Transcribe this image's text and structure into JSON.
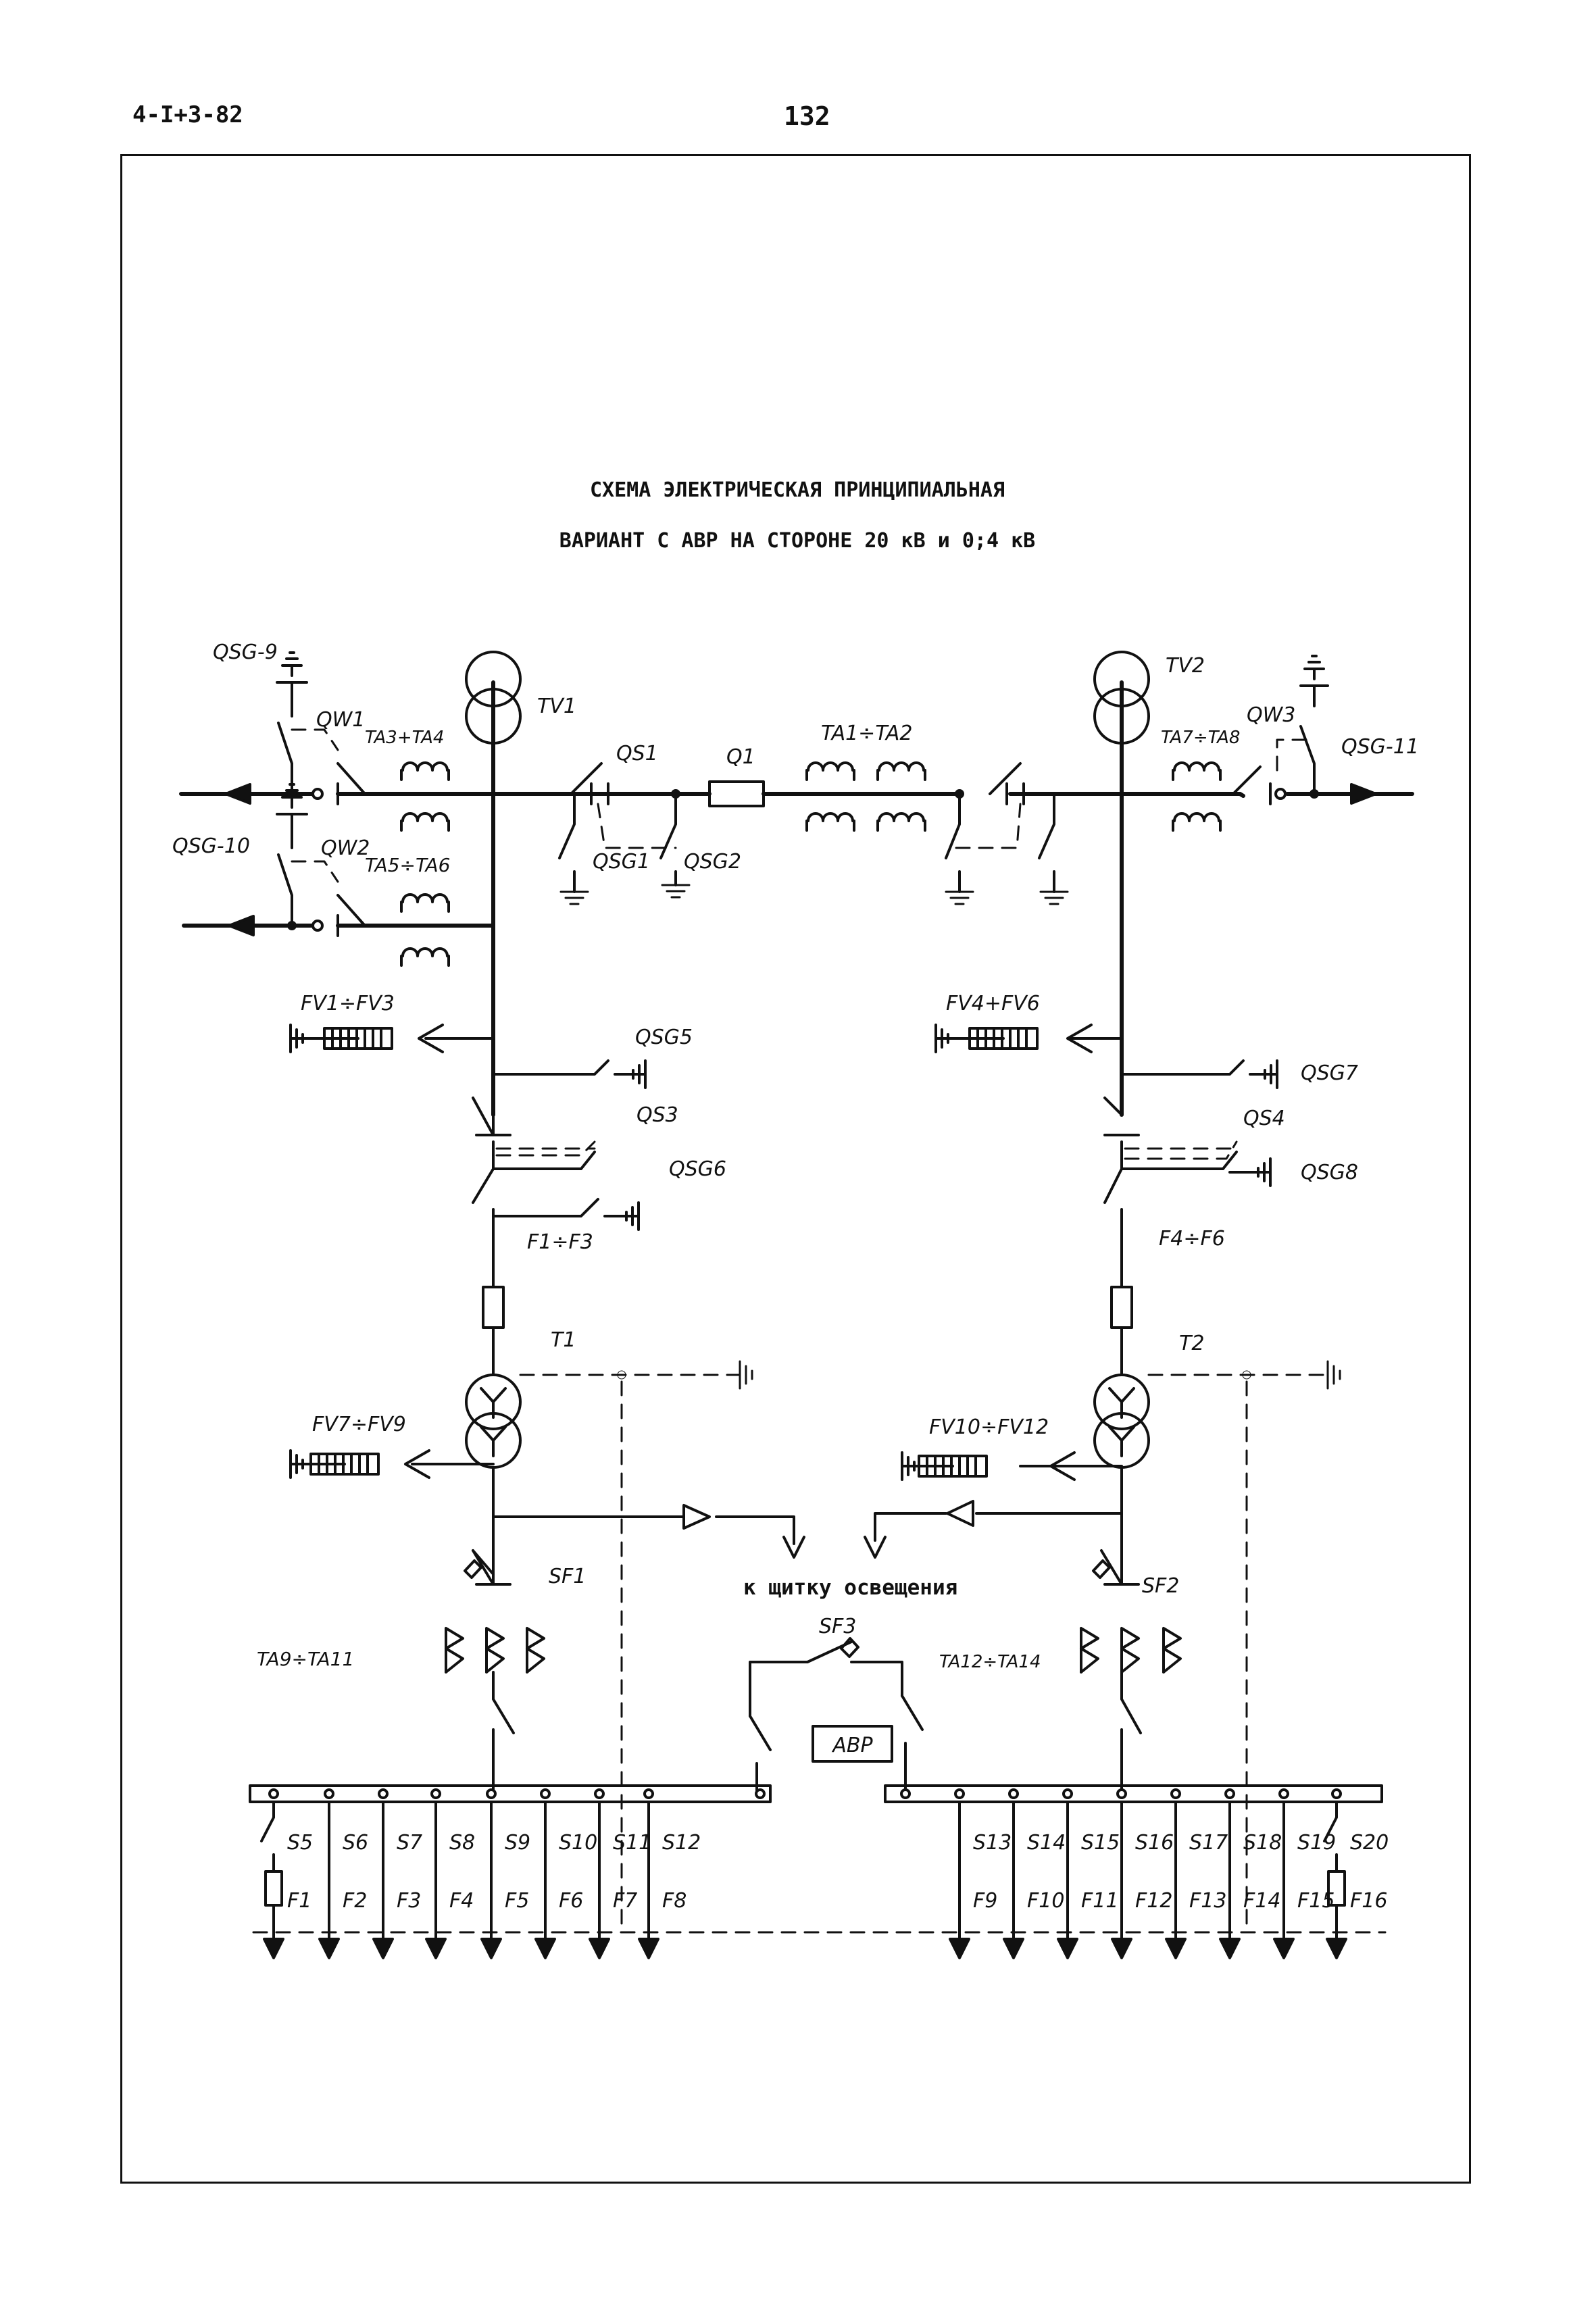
{
  "header": {
    "doc_code": "4-I+3-82",
    "page_number": "132"
  },
  "title": {
    "line1": "СХЕМА ЭЛЕКТРИЧЕСКАЯ ПРИНЦИПИАЛЬНАЯ",
    "line2": "ВАРИАНТ С АВР НА СТОРОНЕ 20 кВ и 0;4 кВ"
  },
  "labels": {
    "qsg9": "QSG-9",
    "qw1": "QW1",
    "ta3_ta4": "TA3+TA4",
    "tv1": "TV1",
    "qsg10": "QSG-10",
    "qw2": "QW2",
    "ta5_ta6": "TA5÷TA6",
    "qs1": "QS1",
    "q1": "Q1",
    "ta1_ta2": "TA1÷TA2",
    "qsg1": "QSG1",
    "qsg2": "QSG2",
    "tv2": "TV2",
    "qw3": "QW3",
    "ta7_ta8": "TA7÷TA8",
    "qsg11": "QSG-11",
    "fv1_fv3": "FV1÷FV3",
    "qsg5": "QSG5",
    "qs3": "QS3",
    "qsg6": "QSG6",
    "fv4_fv6": "FV4+FV6",
    "qsg7": "QSG7",
    "qs4": "QS4",
    "qsg8": "QSG8",
    "f1_f3": "F1÷F3",
    "f4_f6": "F4÷F6",
    "t1": "T1",
    "t2": "T2",
    "fv7_fv9": "FV7÷FV9",
    "fv10_fv12": "FV10÷FV12",
    "sf1": "SF1",
    "sf2": "SF2",
    "sf3": "SF3",
    "ta9_ta11": "TA9÷TA11",
    "ta12_ta14": "TA12÷TA14",
    "lighting_note": "к щитку освещения",
    "avr": "АВР"
  },
  "feeders_left": {
    "switches": [
      "S5",
      "S6",
      "S7",
      "S8",
      "S9",
      "S10",
      "S11",
      "S12"
    ],
    "fuses": [
      "F1",
      "F2",
      "F3",
      "F4",
      "F5",
      "F6",
      "F7",
      "F8"
    ]
  },
  "feeders_right": {
    "switches": [
      "S13",
      "S14",
      "S15",
      "S16",
      "S17",
      "S18",
      "S19",
      "S20"
    ],
    "fuses": [
      "F9",
      "F10",
      "F11",
      "F12",
      "F13",
      "F14",
      "F15",
      "F16"
    ]
  }
}
